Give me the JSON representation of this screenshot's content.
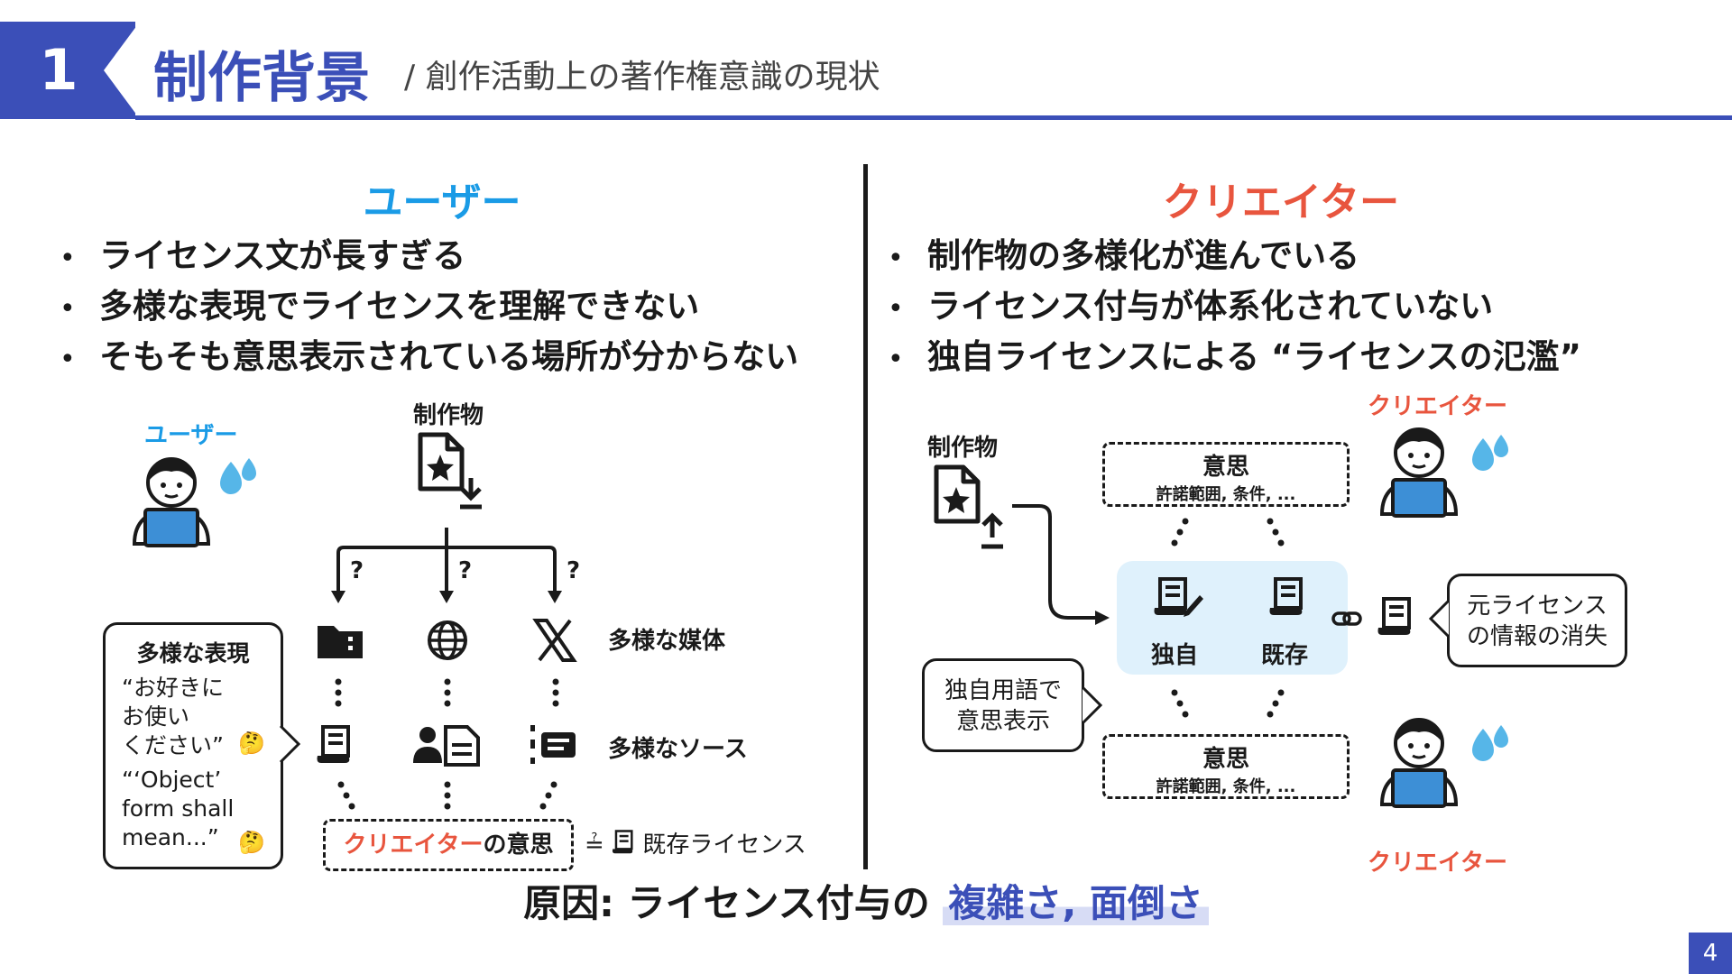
{
  "header": {
    "section_number": "1",
    "title": "制作背景",
    "subtitle": "/ 創作活動上の著作権意識の現状"
  },
  "left": {
    "heading": "ユーザー",
    "bullets": [
      "ライセンス文が長すぎる",
      "多様な表現でライセンスを理解できない",
      "そもそも意思表示されている場所が分からない"
    ],
    "user_label": "ユーザー",
    "work_label": "制作物",
    "question_marks": [
      "?",
      "?",
      "?"
    ],
    "media_label": "多様な媒体",
    "source_label": "多様なソース",
    "bubble": {
      "title": "多様な表現",
      "quote1": "“お好きに\nお使い\nください”",
      "quote2": "“‘Object’\nform shall\nmean...”",
      "thinking_emoji": "🤔"
    },
    "creator_intent_prefix": "クリエイター",
    "creator_intent_suffix": "の意思",
    "existing_license_label": "既存ライセンス",
    "approx_symbol": "≟"
  },
  "right": {
    "heading": "クリエイター",
    "bullets": [
      "制作物の多様化が進んでいる",
      "ライセンス付与が体系化されていない",
      "独自ライセンスによる “ライセンスの氾濫”"
    ],
    "work_label": "制作物",
    "intent_box_title": "意思",
    "intent_box_sub": "許諾範囲, 条件, ...",
    "original_label": "独自",
    "existing_label": "既存",
    "loss_bubble": "元ライセンス\nの情報の消失",
    "custom_term_bubble": "独自用語で\n意思表示",
    "creator_label_top": "クリエイター",
    "creator_label_bottom": "クリエイター"
  },
  "cause": {
    "prefix": "原因: ライセンス付与の ",
    "highlight": "複雑さ, 面倒さ"
  },
  "page_number": "4",
  "colors": {
    "accent": "#3b4fb8",
    "user_blue": "#1a9be6",
    "creator_red": "#e8553e",
    "laptop_blue": "#3d8fd6",
    "panel_light_blue": "#dff1fc",
    "sweat_blue": "#56b6e8"
  },
  "icons": {
    "person": "person-laptop-icon",
    "sweat": "sweat-drops-icon",
    "work_download": "file-star-download-icon",
    "work_upload": "file-star-upload-icon",
    "folder": "folder-icon",
    "globe": "globe-icon",
    "x": "x-logo-icon",
    "license_doc": "license-scroll-icon",
    "id_card": "person-card-icon",
    "list": "list-icon",
    "link": "link-icon"
  }
}
